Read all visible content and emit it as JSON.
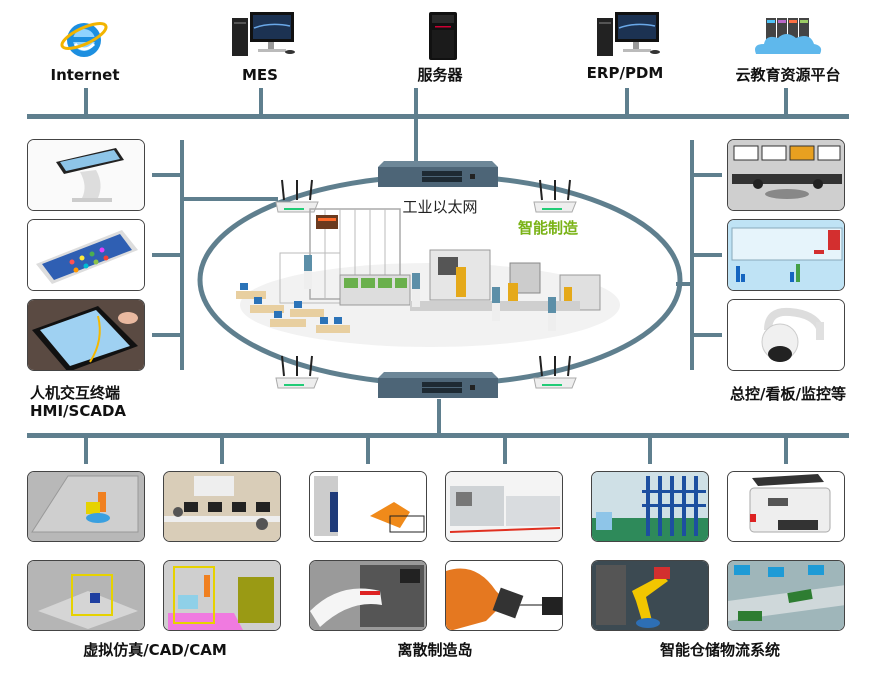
{
  "top_nodes": [
    {
      "label": "Internet",
      "icon": "internet-explorer-icon"
    },
    {
      "label": "MES",
      "icon": "desktop-computer-icon"
    },
    {
      "label": "服务器",
      "icon": "server-tower-icon"
    },
    {
      "label": "ERP/PDM",
      "icon": "desktop-computer-icon"
    },
    {
      "label": "云教育资源平台",
      "icon": "cloud-server-icon"
    }
  ],
  "center": {
    "network_label": "工业以太网",
    "manufacturing_label": "智能制造",
    "colors": {
      "line": "#5f7f8e",
      "accent_green": "#7ab317"
    }
  },
  "left_group": {
    "label_line1": "人机交互终端",
    "label_line2": "HMI/SCADA",
    "items": [
      "kiosk-touchscreen",
      "smartphone",
      "tablet-touch"
    ]
  },
  "right_group": {
    "label": "总控/看板/监控等",
    "items": [
      "control-room",
      "dashboard-board",
      "dome-camera"
    ]
  },
  "bottom_groups": [
    {
      "label": "虚拟仿真/CAD/CAM",
      "items": [
        "simulation-robot-cell",
        "cad-classroom",
        "simulation-layout",
        "cam-robot-cell"
      ]
    },
    {
      "label": "离散制造岛",
      "items": [
        "robot-loading",
        "cnc-lathe-line",
        "robot-cnc-machine",
        "robot-arm-spindle"
      ]
    },
    {
      "label": "智能仓储物流系统",
      "items": [
        "warehouse-racks",
        "agv-vehicle",
        "yellow-robot-cell",
        "conveyor-line"
      ]
    }
  ]
}
